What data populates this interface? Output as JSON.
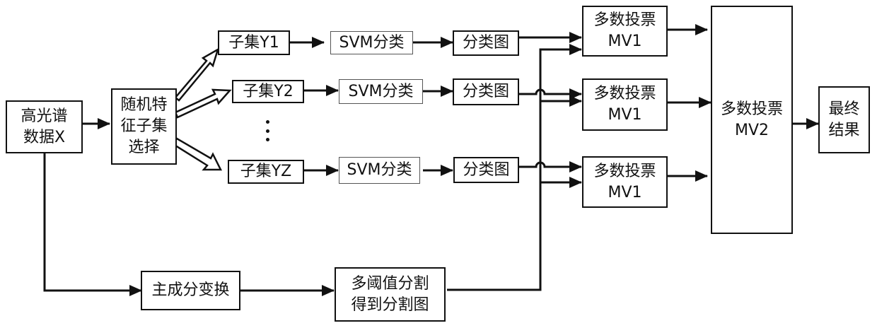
{
  "diagram": {
    "input": {
      "lines": [
        "高光谱",
        "数据X"
      ]
    },
    "feature_select": {
      "lines": [
        "随机特",
        "征子集",
        "选择"
      ]
    },
    "subsets": [
      {
        "label": "子集Y1",
        "svm": "SVM分类",
        "map": "分类图",
        "vote": [
          "多数投票",
          "MV1"
        ]
      },
      {
        "label": "子集Y2",
        "svm": "SVM分类",
        "map": "分类图",
        "vote": [
          "多数投票",
          "MV1"
        ]
      },
      {
        "label": "子集YZ",
        "svm": "SVM分类",
        "map": "分类图",
        "vote": [
          "多数投票",
          "MV1"
        ]
      }
    ],
    "ellipsis": "⋮",
    "pca": "主成分变换",
    "segmentation": {
      "lines": [
        "多阈值分割",
        "得到分割图"
      ]
    },
    "final_vote": {
      "lines": [
        "多数投票",
        "MV2"
      ]
    },
    "result": {
      "lines": [
        "最终",
        "结果"
      ]
    }
  }
}
